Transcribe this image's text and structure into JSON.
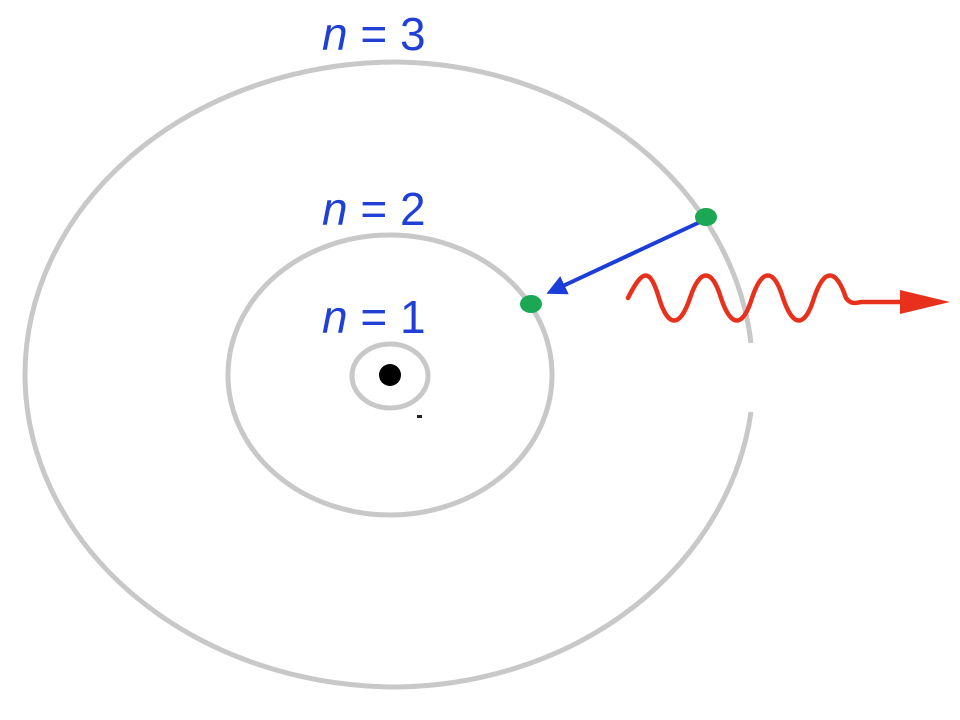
{
  "labels": {
    "orbit_3": {
      "var": "n",
      "rest": " = 3"
    },
    "orbit_2": {
      "var": "n",
      "rest": " = 2"
    },
    "orbit_1": {
      "var": "n",
      "rest": " = 1"
    }
  },
  "colors": {
    "orbit": "#c8c8c8",
    "label": "#1f3fd6",
    "electron": "#1aa855",
    "nucleus": "#000000",
    "transition_arrow": "#1c3ed8",
    "photon": "#e8311c"
  }
}
